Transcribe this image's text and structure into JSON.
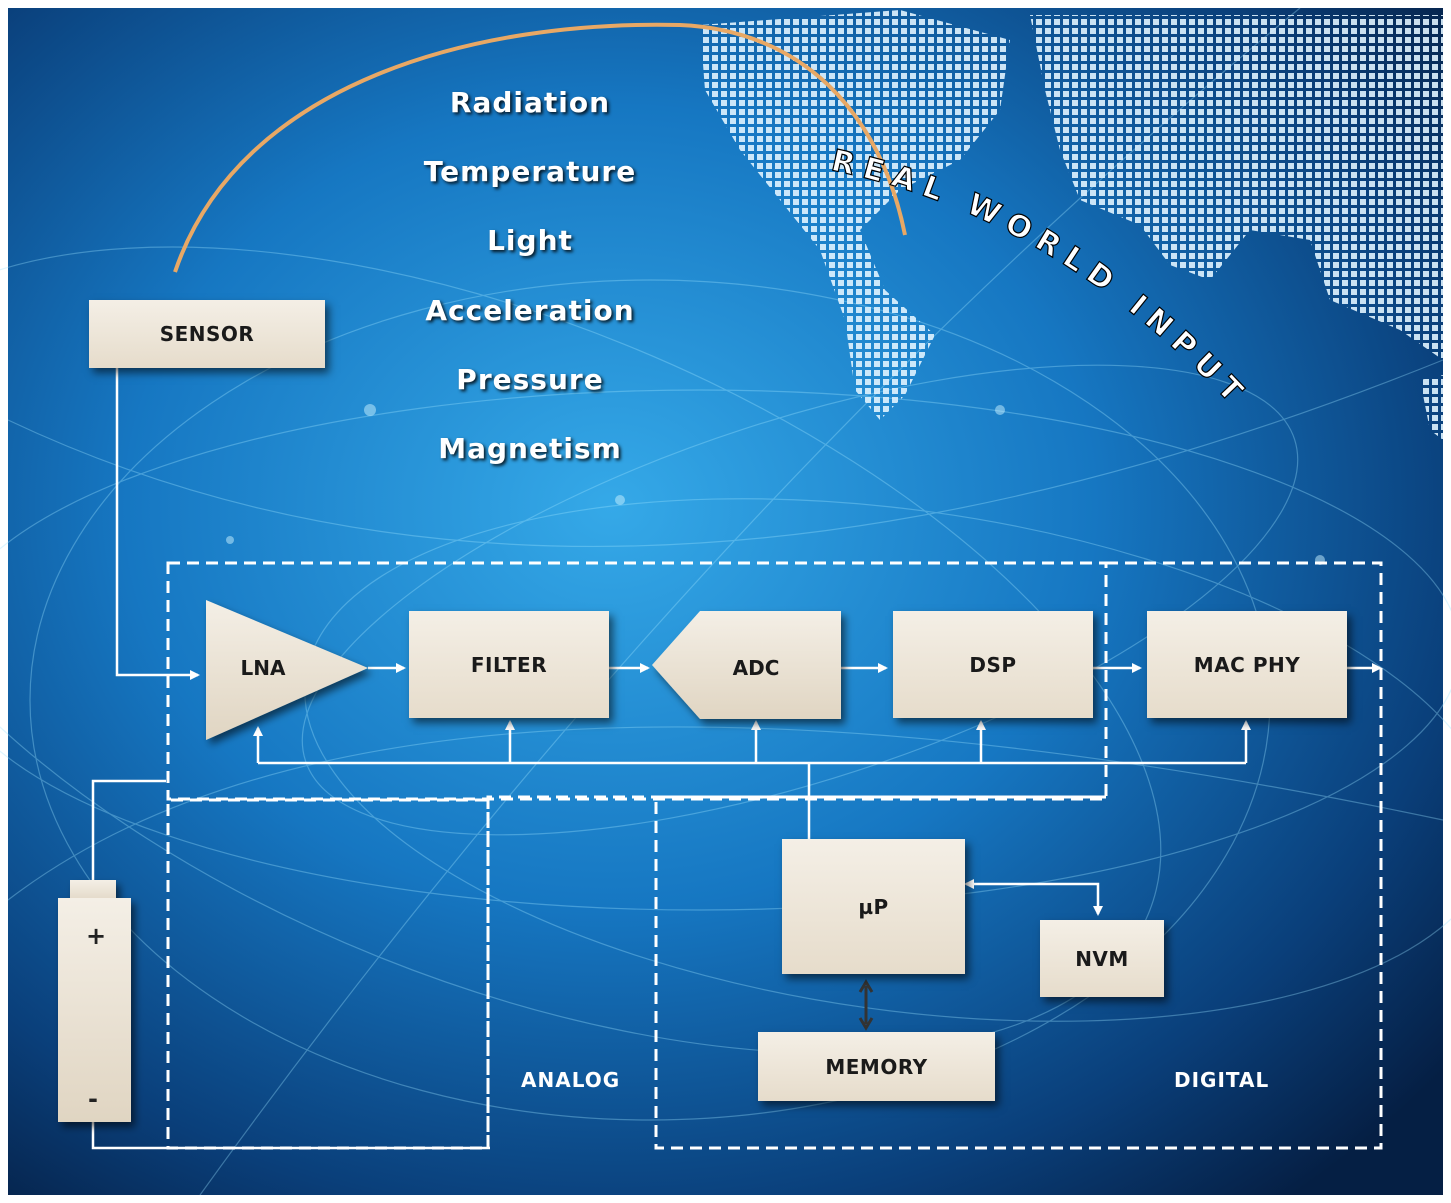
{
  "phenomena": [
    "Radiation",
    "Temperature",
    "Light",
    "Acceleration",
    "Pressure",
    "Magnetism"
  ],
  "arc_label": "REAL WORLD INPUT",
  "blocks": {
    "sensor": "SENSOR",
    "lna": "LNA",
    "filter": "FILTER",
    "adc": "ADC",
    "dsp": "DSP",
    "mac_phy": "MAC PHY",
    "up": "µP",
    "nvm": "NVM",
    "memory": "MEMORY"
  },
  "zones": {
    "analog": "ANALOG",
    "digital": "DIGITAL"
  },
  "battery": {
    "plus": "+",
    "minus": "-"
  },
  "colors": {
    "background_dark": "#062a55",
    "background_light": "#1d8fd6",
    "arc": "#e8a865",
    "block_fill": "#ede5d6",
    "line": "#ffffff"
  }
}
